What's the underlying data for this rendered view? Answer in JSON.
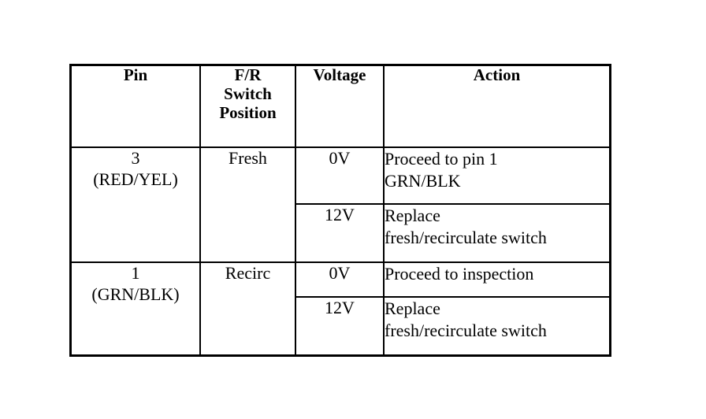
{
  "table": {
    "headers": {
      "pin": "Pin",
      "switch_position": "F/R\nSwitch\nPosition",
      "voltage": "Voltage",
      "action": "Action"
    },
    "groups": [
      {
        "pin": "3\n(RED/YEL)",
        "switch_position": "Fresh",
        "rows": [
          {
            "voltage": "0V",
            "action": "Proceed to pin 1\nGRN/BLK"
          },
          {
            "voltage": "12V",
            "action": "Replace\nfresh/recirculate switch"
          }
        ]
      },
      {
        "pin": "1\n(GRN/BLK)",
        "switch_position": "Recirc",
        "rows": [
          {
            "voltage": "0V",
            "action": "Proceed to inspection"
          },
          {
            "voltage": "12V",
            "action": "Replace\nfresh/recirculate switch"
          }
        ]
      }
    ]
  },
  "style": {
    "background": "#ffffff",
    "border_color": "#000000",
    "text_color": "#000000"
  }
}
